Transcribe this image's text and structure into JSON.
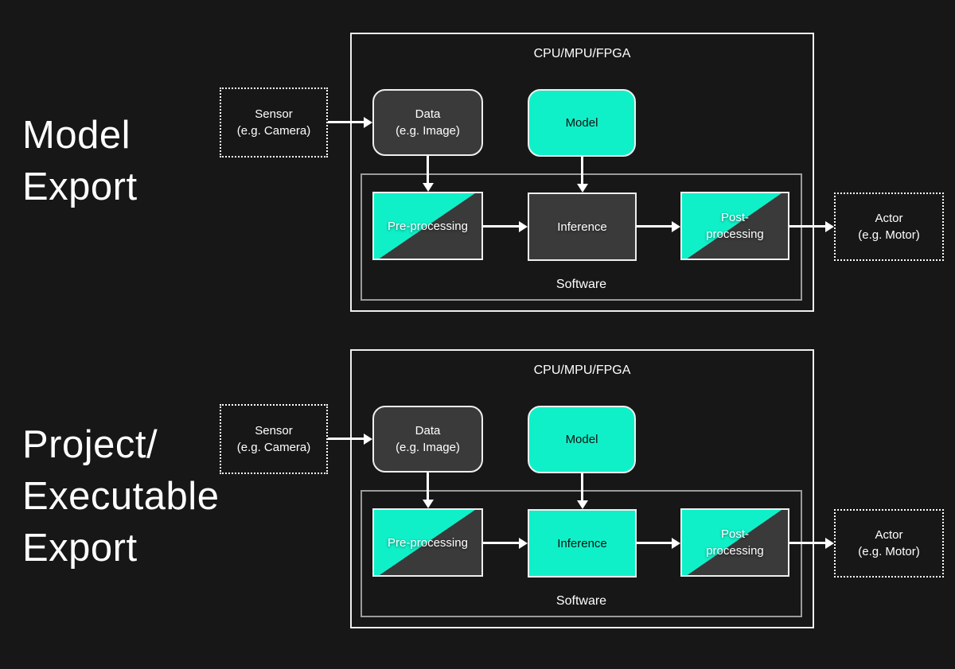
{
  "colors": {
    "background": "#171717",
    "box_dark": "#3a3a3a",
    "accent_teal": "#10f0c8",
    "border_light": "#efefef",
    "border_gray": "#9b9b9b",
    "text_light": "#ffffff",
    "text_dark": "#111111"
  },
  "diagrams": [
    {
      "title": "Model\nExport",
      "hardware_label": "CPU/MPU/FPGA",
      "software_label": "Software",
      "sensor_label": "Sensor\n(e.g. Camera)",
      "data_label": "Data\n(e.g. Image)",
      "model_label": "Model",
      "preprocessing_label": "Pre-processing",
      "inference_label": "Inference",
      "postprocessing_label": "Post-\nprocessing",
      "actor_label": "Actor\n(e.g. Motor)",
      "inference_style": "dark"
    },
    {
      "title": "Project/\nExecutable\nExport",
      "hardware_label": "CPU/MPU/FPGA",
      "software_label": "Software",
      "sensor_label": "Sensor\n(e.g. Camera)",
      "data_label": "Data\n(e.g. Image)",
      "model_label": "Model",
      "preprocessing_label": "Pre-processing",
      "inference_label": "Inference",
      "postprocessing_label": "Post-\nprocessing",
      "actor_label": "Actor\n(e.g. Motor)",
      "inference_style": "teal"
    }
  ]
}
